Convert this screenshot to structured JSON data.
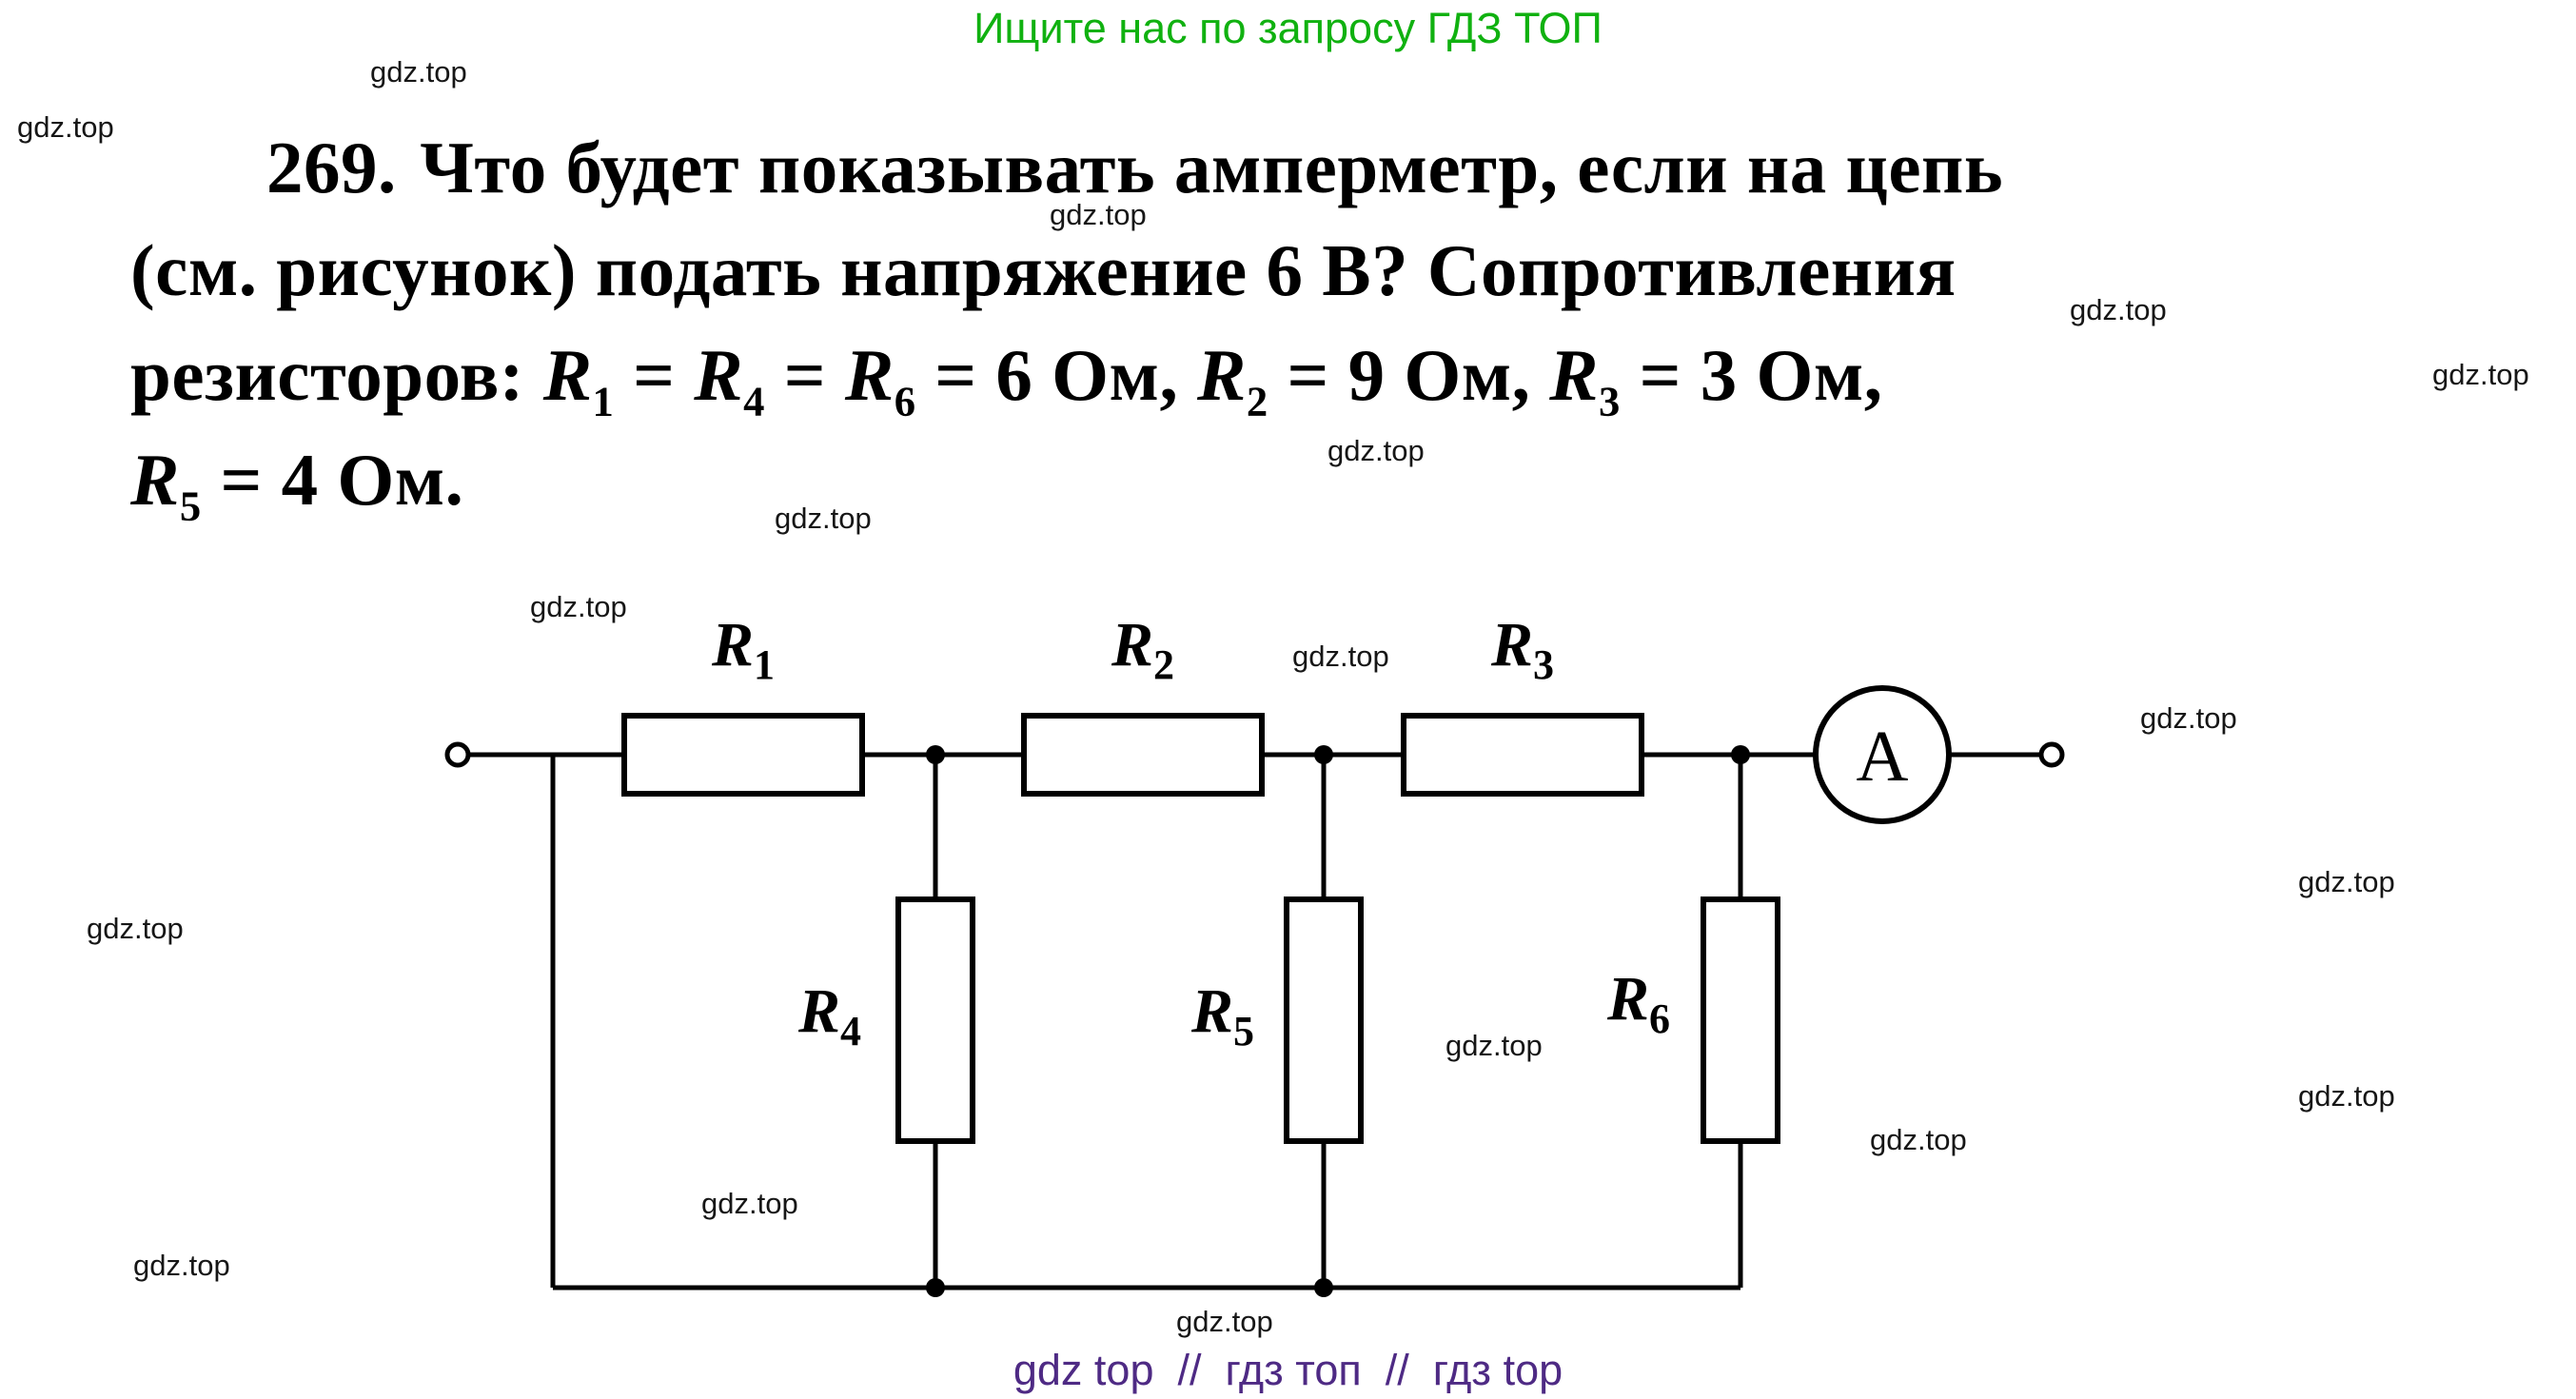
{
  "colors": {
    "promo_green": "#10b110",
    "footer_purple": "#4e2a84",
    "ink": "#000000"
  },
  "header": {
    "promo": "Ищите нас по запросу ГДЗ ТОП"
  },
  "watermark": {
    "text": "gdz.top"
  },
  "problem": {
    "number": "269.",
    "line1": "Что будет показывать амперметр, если на цепь",
    "line2": "(см. рисунок) подать напряжение 6 В? Сопротивления",
    "line3": {
      "t0": "резисторов: ",
      "r1s": "R",
      "r1sub": "1",
      "t1": " = ",
      "r4s": "R",
      "r4sub": "4",
      "t2": " = ",
      "r6s": "R",
      "r6sub": "6",
      "t3": " = 6 Ом, ",
      "r2s": "R",
      "r2sub": "2",
      "t4": " = 9 Ом, ",
      "r3s": "R",
      "r3sub": "3",
      "t5": " = 3 Ом,"
    },
    "line4": {
      "r5s": "R",
      "r5sub": "5",
      "t0": " = 4 Ом."
    }
  },
  "circuit": {
    "labels": {
      "r1": {
        "sym": "R",
        "sub": "1"
      },
      "r2": {
        "sym": "R",
        "sub": "2"
      },
      "r3": {
        "sym": "R",
        "sub": "3"
      },
      "r4": {
        "sym": "R",
        "sub": "4"
      },
      "r5": {
        "sym": "R",
        "sub": "5"
      },
      "r6": {
        "sym": "R",
        "sub": "6"
      }
    },
    "ammeter": "A"
  },
  "footer": {
    "text": "gdz top  //  гдз топ  //  гдз top"
  }
}
